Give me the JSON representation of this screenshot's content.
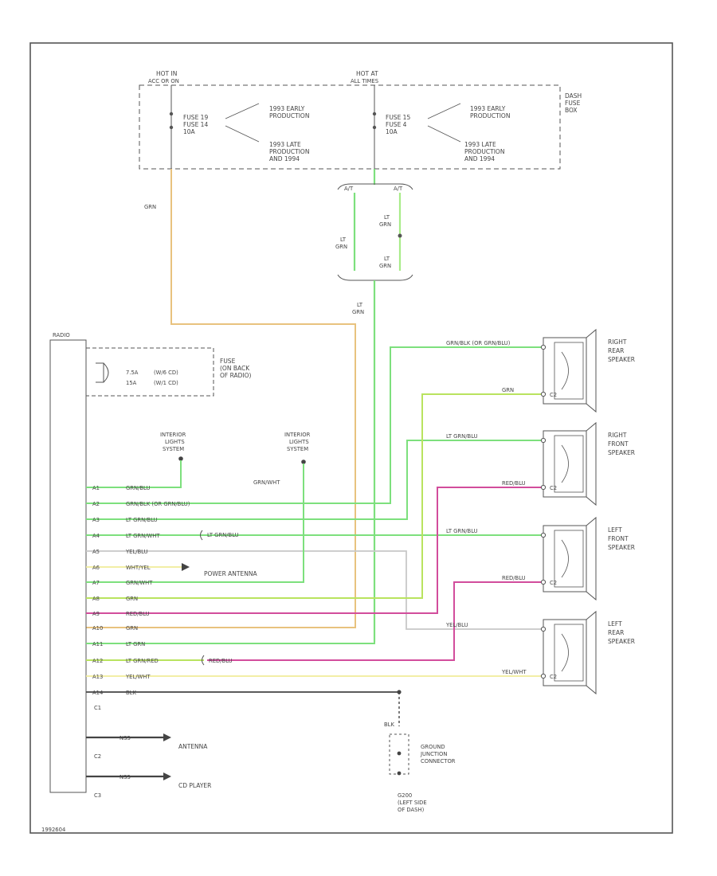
{
  "colors": {
    "green": "#7de07d",
    "tan": "#e8c27e",
    "pink": "#d24d9c",
    "lightgreen_yellow": "#b9e35f",
    "yellow": "#f1ec9a",
    "gray": "#c8c8c8",
    "black": "#444444",
    "lightgreen": "#a9ec89",
    "frame": "#555555"
  },
  "hot_left": {
    "line1": "HOT IN",
    "line2": "ACC OR ON"
  },
  "hot_right": {
    "line1": "HOT AT",
    "line2": "ALL TIMES"
  },
  "fuse_box_label": [
    "DASH",
    "FUSE",
    "BOX"
  ],
  "fuse_left": [
    "FUSE 19",
    "FUSE 14",
    "10A"
  ],
  "fuse_right": [
    "FUSE 15",
    "FUSE 4",
    "10A"
  ],
  "note_left_top": [
    "1993 EARLY",
    "PRODUCTION"
  ],
  "note_left_bottom": [
    "1993 LATE",
    "PRODUCTION",
    "AND 1994"
  ],
  "note_right_top": [
    "1993 EARLY",
    "PRODUCTION"
  ],
  "note_right_bottom": [
    "1993 LATE",
    "PRODUCTION",
    "AND 1994"
  ],
  "splice_labels": [
    "A/T",
    "A/T"
  ],
  "wire_grn_top": "GRN",
  "wire_lt_grn_left": [
    "LT",
    "GRN"
  ],
  "wire_lt_grn_right1": [
    "LT",
    "GRN"
  ],
  "wire_lt_grn_right2": [
    "LT",
    "GRN"
  ],
  "wire_lt_grn_down": [
    "LT",
    "GRN"
  ],
  "radio_label": "RADIO",
  "radio_fuse_label": [
    "FUSE",
    "(ON BACK",
    "OF RADIO)"
  ],
  "radio_fuse_values": [
    "7.5A",
    "15A"
  ],
  "radio_fuse_models": [
    "(W/6 CD)",
    "(W/1 CD)"
  ],
  "interior_lights_1": [
    "INTERIOR",
    "LIGHTS",
    "SYSTEM"
  ],
  "interior_lights_2": [
    "INTERIOR",
    "LIGHTS",
    "SYSTEM"
  ],
  "grn_wht_label": "GRN/WHT",
  "radio_pins": [
    {
      "pin": "A1",
      "wire": "GRN/BLU"
    },
    {
      "pin": "A2",
      "wire": "GRN/BLK (OR GRN/BLU)"
    },
    {
      "pin": "A3",
      "wire": "LT GRN/BLU"
    },
    {
      "pin": "A4",
      "wire": "LT GRN/WHT"
    },
    {
      "pin": "A5",
      "wire": "YEL/BLU"
    },
    {
      "pin": "A6",
      "wire": "WHT/YEL"
    },
    {
      "pin": "A7",
      "wire": "GRN/WHT"
    },
    {
      "pin": "A8",
      "wire": "GRN"
    },
    {
      "pin": "A9",
      "wire": "RED/BLU"
    },
    {
      "pin": "A10",
      "wire": "GRN"
    },
    {
      "pin": "A11",
      "wire": "LT GRN"
    },
    {
      "pin": "A12",
      "wire": "LT GRN/RED"
    },
    {
      "pin": "A13",
      "wire": "YEL/WHT"
    },
    {
      "pin": "A14",
      "wire": "BLK"
    }
  ],
  "a4_splice_wire": "LT GRN/BLU",
  "a12_splice_wire": "RED/BLU",
  "power_antenna": "POWER ANTENNA",
  "connectors": [
    "C1",
    "C2",
    "C3"
  ],
  "c2_wire": "NSS",
  "c3_wire": "NSS",
  "antenna_label": "ANTENNA",
  "cd_player_label": "CD PLAYER",
  "speakers": [
    {
      "name": [
        "RIGHT",
        "REAR",
        "SPEAKER"
      ],
      "wire_plus": "GRN/BLK (OR GRN/BLU)",
      "wire_minus": "GRN"
    },
    {
      "name": [
        "RIGHT",
        "FRONT",
        "SPEAKER"
      ],
      "wire_plus": "LT GRN/BLU",
      "wire_minus": "RED/BLU"
    },
    {
      "name": [
        "LEFT",
        "FRONT",
        "SPEAKER"
      ],
      "wire_plus": "LT GRN/BLU",
      "wire_minus": "RED/BLU"
    },
    {
      "name": [
        "LEFT",
        "REAR",
        "SPEAKER"
      ],
      "wire_plus": "YEL/BLU",
      "wire_minus": "YEL/WHT"
    }
  ],
  "speaker_pins": [
    "C1",
    "C2"
  ],
  "ground_wire": "BLK",
  "ground_junction": [
    "GROUND",
    "JUNCTION",
    "CONNECTOR"
  ],
  "ground_location": [
    "G200",
    "(LEFT SIDE",
    "OF DASH)"
  ],
  "footer_code": "1992604"
}
